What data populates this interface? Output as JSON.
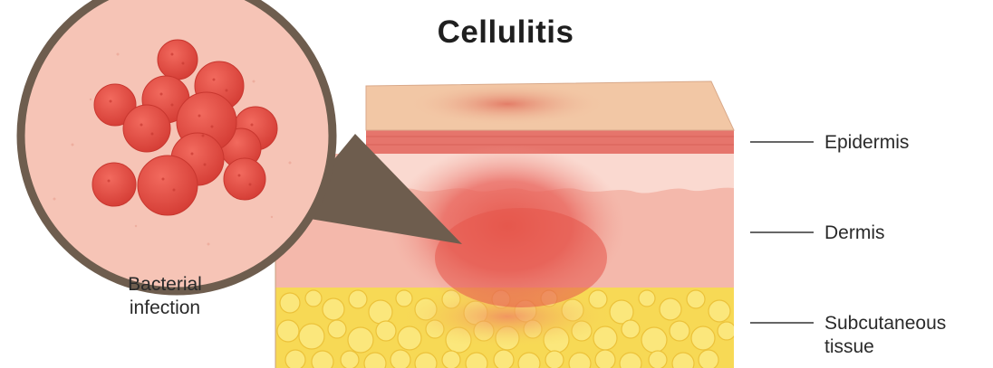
{
  "title": "Cellulitis",
  "callout": {
    "line1": "Bacterial",
    "line2": "infection"
  },
  "layers": {
    "epidermis": "Epidermis",
    "dermis": "Dermis",
    "subcutaneous_line1": "Subcutaneous",
    "subcutaneous_line2": "tissue"
  },
  "colors": {
    "skin_top": "#f2c8a6",
    "epidermis": "#e6746c",
    "dermis": "#f5b9ac",
    "fat": "#f7da59",
    "inflammation": "#e85a4f",
    "magnifier_ring": "#6e5d4e",
    "magnifier_bg": "#f6c3b4",
    "bacteria": "#e34e44"
  }
}
